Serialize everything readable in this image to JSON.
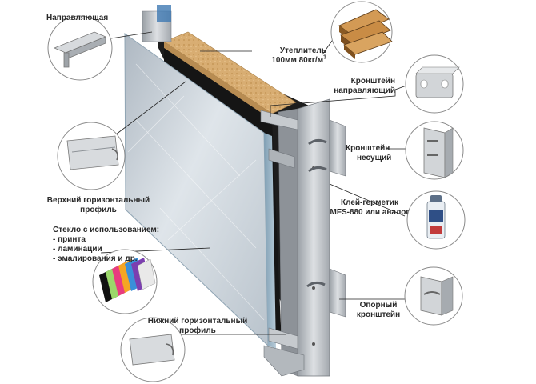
{
  "labels": {
    "guide": "Направляющая",
    "insulation": "Утеплитель",
    "insulation_spec": "100мм 80кг/м",
    "insulation_spec_sup": "3",
    "guide_bracket_l1": "Кронштейн",
    "guide_bracket_l2": "направляющий",
    "bearing_bracket_l1": "Кронштейн",
    "bearing_bracket_l2": "несущий",
    "upper_profile_l1": "Верхний горизонтальный",
    "upper_profile_l2": "профиль",
    "glass_title": "Стекло с использованием:",
    "glass_items": [
      "- принта",
      "- ламинации",
      "- эмалирования  и  др."
    ],
    "sealant_l1": "Клей-герметик",
    "sealant_l2": "MFS-880 или аналог",
    "support_bracket_l1": "Опорный",
    "support_bracket_l2": "кронштейн",
    "lower_profile_l1": "Нижний горизонтальный",
    "lower_profile_l2": "профиль"
  },
  "icons": {
    "guide_rail": "guide-rail-icon",
    "insulation_slabs": "insulation-slabs-icon",
    "guide_bracket": "guide-bracket-icon",
    "upper_profile": "upper-profile-icon",
    "bearing_bracket": "bearing-bracket-icon",
    "sealant_can": "sealant-can-icon",
    "color_samples": "glass-color-samples-icon",
    "support_bracket": "support-bracket-icon",
    "lower_profile": "lower-profile-icon"
  },
  "colors": {
    "callout_border": "#8a8a8a",
    "leader_line": "#222222",
    "glass": "#c9d2da",
    "insulation": "#d9b07a",
    "metal": "#b7bcc2"
  }
}
